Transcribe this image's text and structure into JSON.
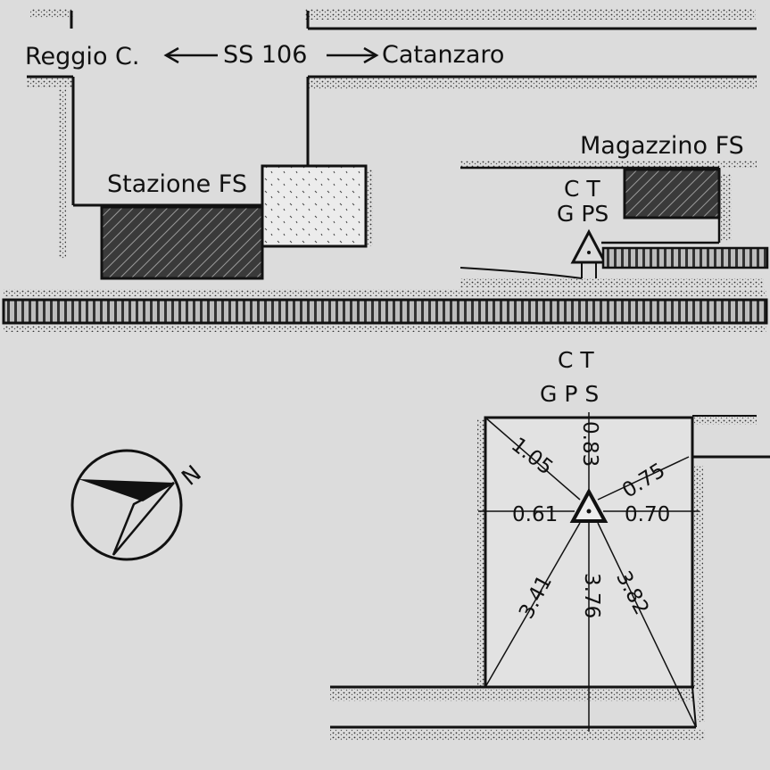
{
  "road": {
    "left_city": "Reggio C.",
    "route": "SS 106",
    "right_city": "Catanzaro"
  },
  "buildings": {
    "station": "Stazione FS",
    "warehouse": "Magazzino FS"
  },
  "benchmark": {
    "line1": "C T",
    "line2": "G PS"
  },
  "detail": {
    "line1": "C T",
    "line2": "G P S",
    "measurements": {
      "m105": "1.05",
      "m083": "0.83",
      "m075": "0.75",
      "m061": "0.61",
      "m070": "0.70",
      "m341": "3.41",
      "m376": "3.76",
      "m382": "3.82"
    }
  },
  "compass": {
    "label": "N"
  },
  "colors": {
    "background": "#dcdcdc",
    "ink": "#111111",
    "fill_light": "#ececec"
  }
}
